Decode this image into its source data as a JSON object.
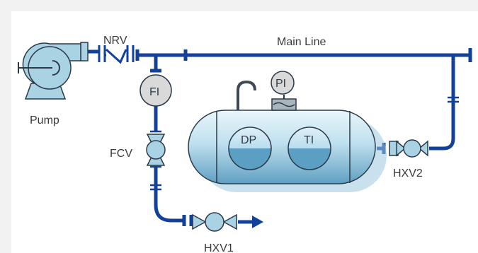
{
  "labels": {
    "pump": "Pump",
    "nrv": "NRV",
    "main_line": "Main Line",
    "fi": "FI",
    "fcv": "FCV",
    "pi": "PI",
    "dp": "DP",
    "ti": "TI",
    "hxv2": "HXV2",
    "hxv1": "HXV1"
  },
  "colors": {
    "pipe": "#13419a",
    "equipment_fill": "#a9d2e3",
    "equipment_stroke": "#2b3a4a",
    "instrument_fill": "#d9d9d9",
    "tank_light": "#e6f4fa",
    "tank_dark": "#6aa8c9",
    "gauge_liquid": "#5a9fc4",
    "background": "#f2f2f2",
    "panel": "#ffffff"
  }
}
